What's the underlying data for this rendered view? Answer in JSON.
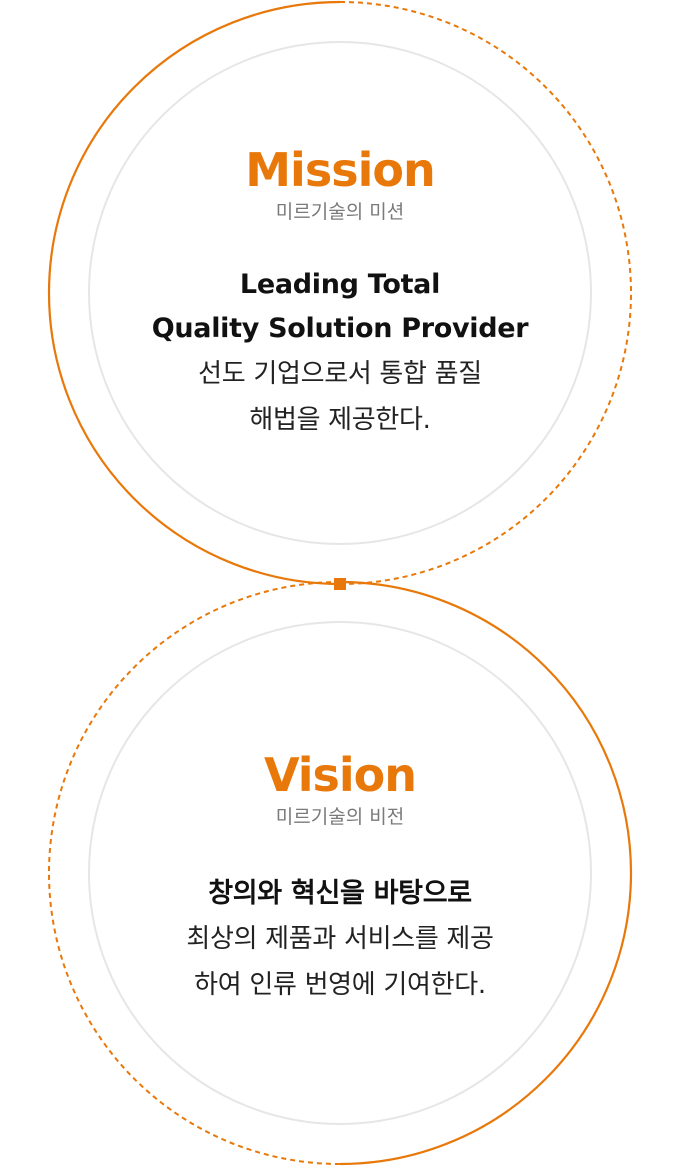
{
  "colors": {
    "accent": "#e8780a",
    "inner_ring": "#e6e6e6",
    "subtitle": "#7a7a7a",
    "text": "#222222"
  },
  "mission": {
    "title": "Mission",
    "subtitle": "미르기술의 미션",
    "headline_lines": [
      "Leading Total",
      "Quality Solution Provider"
    ],
    "desc_lines": [
      "선도 기업으로서 통합 품질",
      "해법을 제공한다."
    ]
  },
  "vision": {
    "title": "Vision",
    "subtitle": "미르기술의 비전",
    "headline_lines": [
      "창의와 혁신을 바탕으로"
    ],
    "desc_lines": [
      "최상의 제품과 서비스를 제공",
      "하여 인류 번영에 기여한다."
    ]
  }
}
